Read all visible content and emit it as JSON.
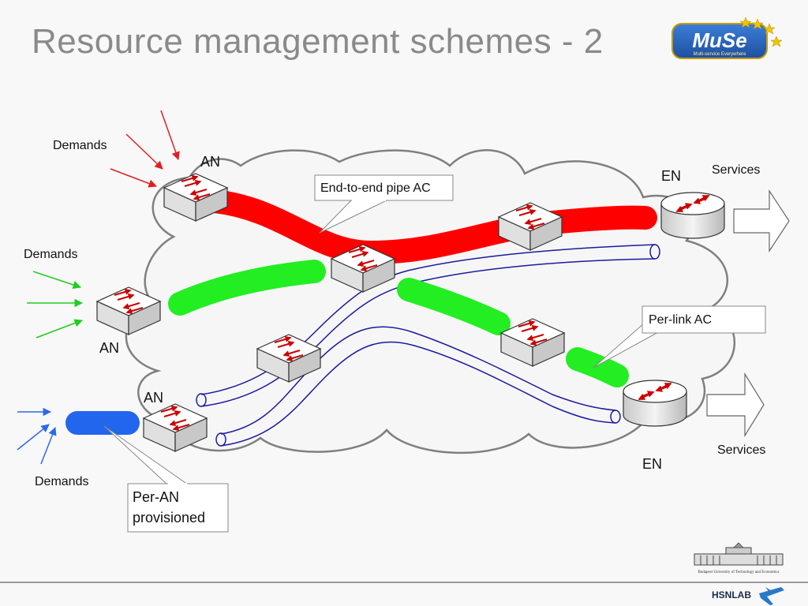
{
  "slide": {
    "title": "Resource management schemes - 2"
  },
  "logo": {
    "wordmark": "MuSe",
    "tagline": "Multi-service Everywhere"
  },
  "diagram": {
    "demand_labels": [
      "Demands",
      "Demands",
      "Demands"
    ],
    "an_labels": [
      "AN",
      "AN",
      "AN"
    ],
    "en_labels": [
      "EN",
      "EN"
    ],
    "services_labels": [
      "Services",
      "Services"
    ],
    "callouts": {
      "end_to_end": "End-to-end pipe AC",
      "per_link": "Per-link AC",
      "per_an_line1": "Per-AN",
      "per_an_line2": "provisioned"
    },
    "colors": {
      "end_to_end_pipe": "#ff0000",
      "per_link_pipe": "#22ee22",
      "per_an_pipe": "#2266ee",
      "tunnel": "#1a1aa0"
    }
  },
  "footer": {
    "university": "Budapest University of Technology and Economics",
    "lab": "HSNLAB"
  }
}
